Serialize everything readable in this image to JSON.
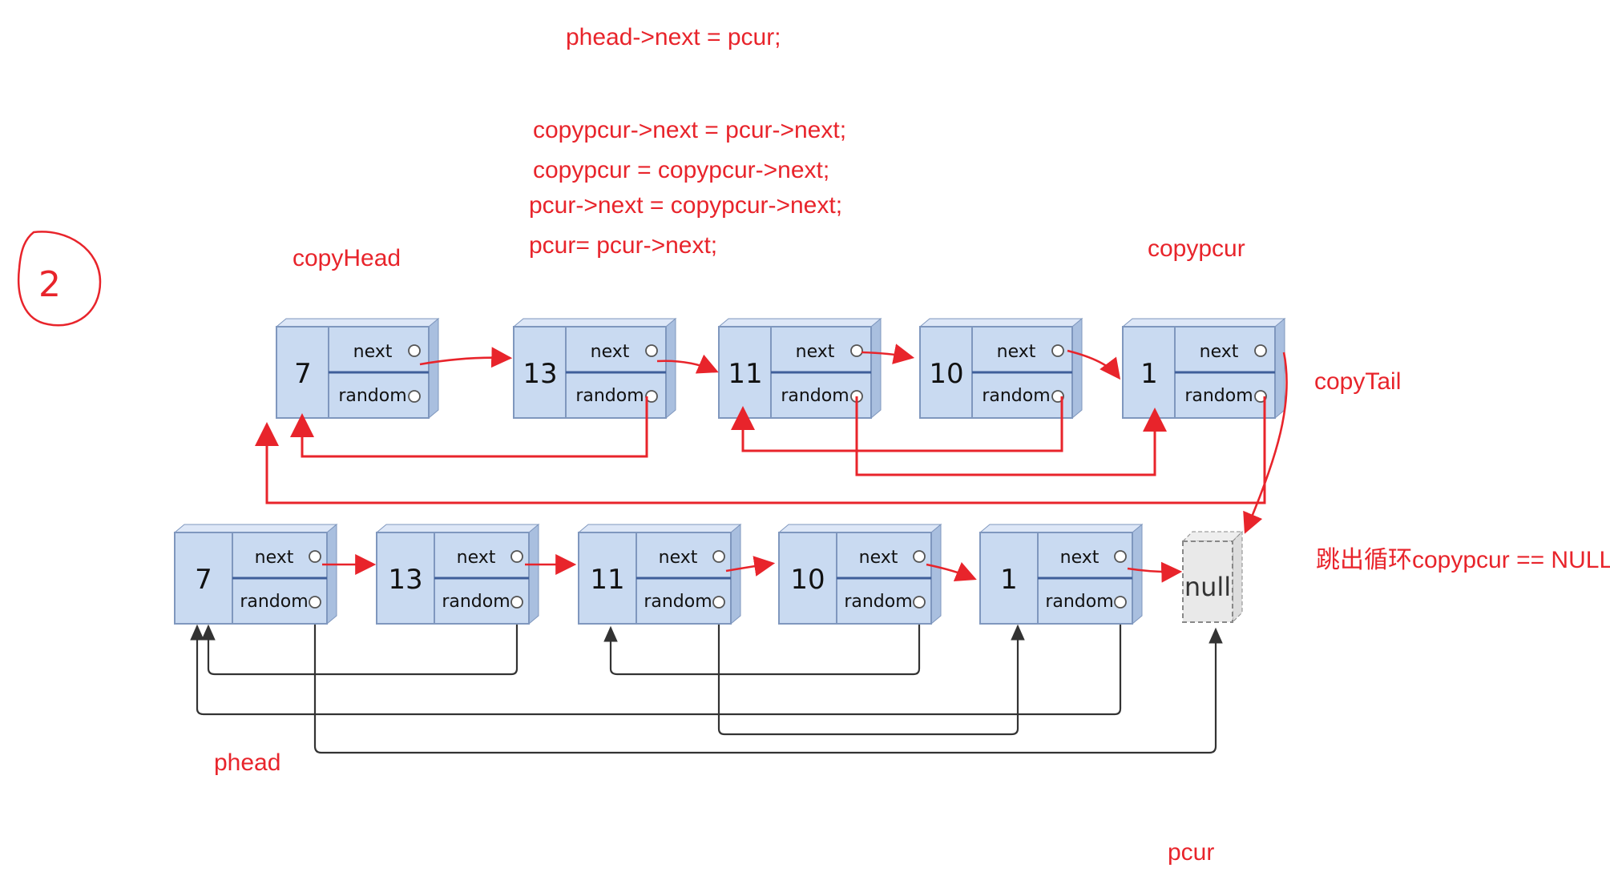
{
  "code_lines": [
    "phead->next = pcur;",
    "copypcur->next = pcur->next;",
    "copypcur = copypcur->next;",
    "pcur->next = copypcur->next;",
    "pcur= pcur->next;"
  ],
  "labels": {
    "copy_head": "copyHead",
    "copy_pcur": "copypcur",
    "copy_tail": "copyTail",
    "loop_exit": "跳出循环copypcur == NULL",
    "phead": "phead",
    "pcur": "pcur",
    "step_marker": "2"
  },
  "node_fields": {
    "next": "next",
    "random": "random"
  },
  "copied_list": {
    "values": [
      "7",
      "13",
      "11",
      "10",
      "1"
    ]
  },
  "original_list": {
    "values": [
      "7",
      "13",
      "11",
      "10",
      "1"
    ],
    "terminator": "null"
  },
  "colors": {
    "annotation": "#e8242b",
    "node_fill": "#c9daf1",
    "node_border": "#7f97be",
    "pointer": "#333333"
  }
}
